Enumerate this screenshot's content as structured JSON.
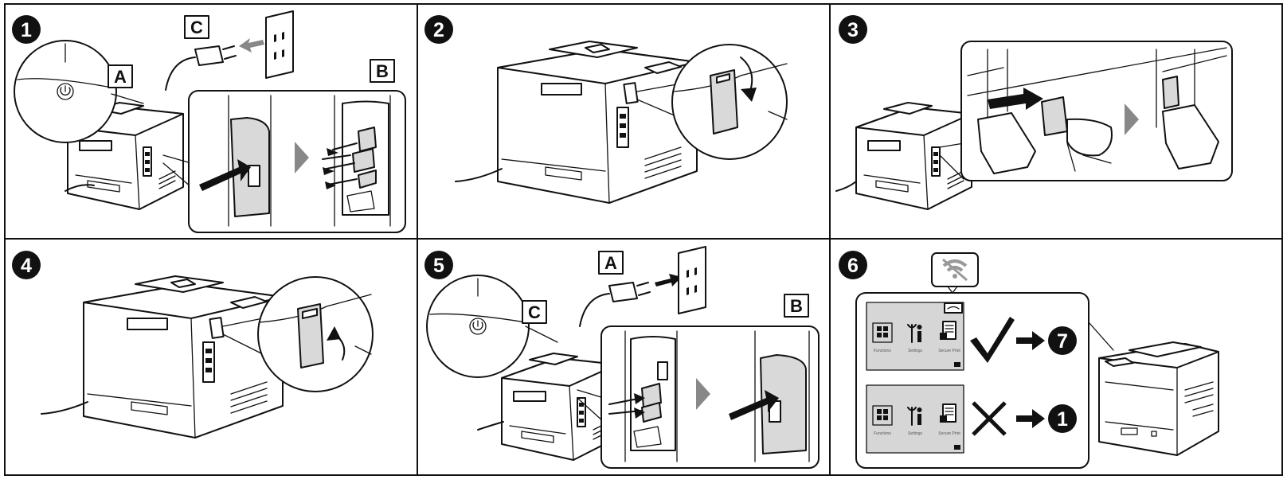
{
  "steps": [
    {
      "number": "1",
      "labels": {
        "a": "A",
        "b": "B",
        "c": "C"
      }
    },
    {
      "number": "2"
    },
    {
      "number": "3"
    },
    {
      "number": "4"
    },
    {
      "number": "5",
      "labels": {
        "a": "A",
        "b": "B",
        "c": "C"
      }
    },
    {
      "number": "6",
      "results": {
        "ok_target": "7",
        "fail_target": "1"
      }
    }
  ],
  "screen": {
    "functions": "Functions",
    "settings": "Settings",
    "secure_print": "Secure Print"
  },
  "colors": {
    "line": "#111111",
    "panel_gray": "#d6d6d6",
    "arrow_gray": "#888888"
  },
  "icons": [
    "power-icon",
    "power-plug-icon",
    "wall-outlet-icon",
    "wifi-icon",
    "checkmark-icon",
    "cross-icon",
    "arrow-right-icon"
  ]
}
